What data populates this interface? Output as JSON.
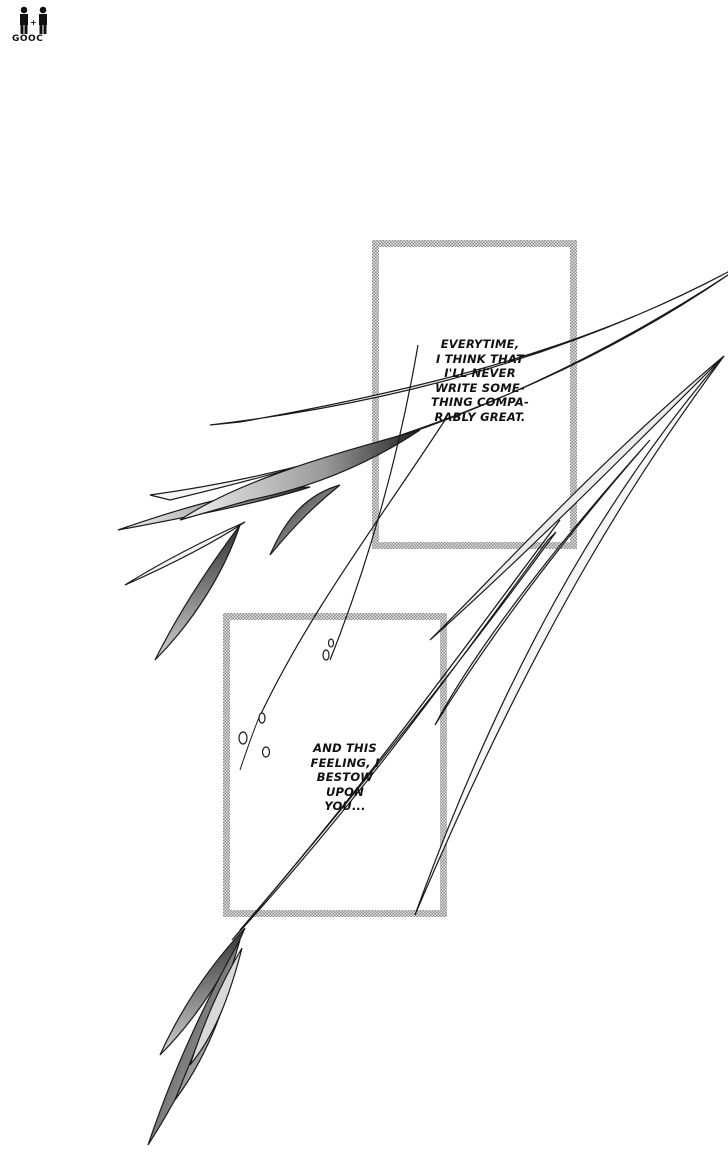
{
  "logo": {
    "text": "GOOC"
  },
  "captions": [
    {
      "lines": [
        "EVERYTIME,",
        "I THINK THAT",
        "I'LL NEVER",
        "WRITE SOME-",
        "THING COMPA-",
        "RABLY GREAT."
      ]
    },
    {
      "lines": [
        "AND THIS",
        "FEELING, I",
        "BESTOW",
        "UPON",
        "YOU..."
      ]
    }
  ]
}
